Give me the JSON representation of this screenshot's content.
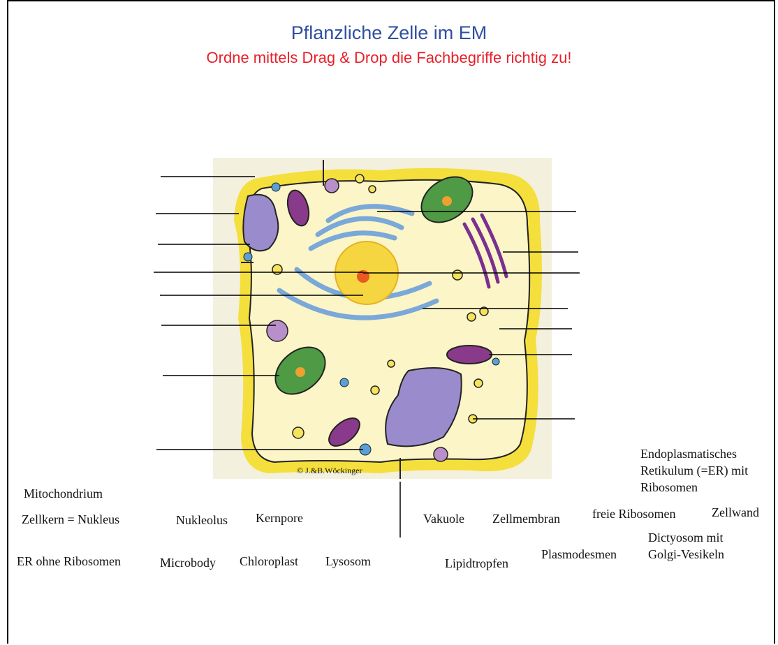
{
  "header": {
    "title": "Pflanzliche Zelle im EM",
    "instruction": "Ordne mittels Drag & Drop die Fachbegriffe richtig zu!"
  },
  "image": {
    "credit": "© J.&B.Wöckinger"
  },
  "terms": [
    {
      "label": "Mitochondrium"
    },
    {
      "label": "Zellkern = Nukleus"
    },
    {
      "label": "Nukleolus"
    },
    {
      "label": "Kernpore"
    },
    {
      "label": "Vakuole"
    },
    {
      "label": "Zellmembran"
    },
    {
      "label": "freie Ribosomen"
    },
    {
      "label": "Zellwand"
    },
    {
      "label": "Endoplasmatisches Retikulum (=ER) mit Ribosomen"
    },
    {
      "label": "ER ohne Ribosomen"
    },
    {
      "label": "Microbody"
    },
    {
      "label": "Chloroplast"
    },
    {
      "label": "Lysosom"
    },
    {
      "label": "Lipidtropfen"
    },
    {
      "label": "Plasmodesmen"
    },
    {
      "label": "Dictyosom mit Golgi-Vesikeln"
    }
  ],
  "colors": {
    "title": "#2f4fa0",
    "instruction": "#e8202a",
    "cell_wall": "#f4df3c",
    "cytoplasm": "#fbf5c8",
    "er": "#7aa8d8",
    "nucleus": "#f6d640",
    "chloroplast": "#4f9a45",
    "mitochondrion": "#8a3a8a",
    "vacuole": "#9a8ccc"
  }
}
